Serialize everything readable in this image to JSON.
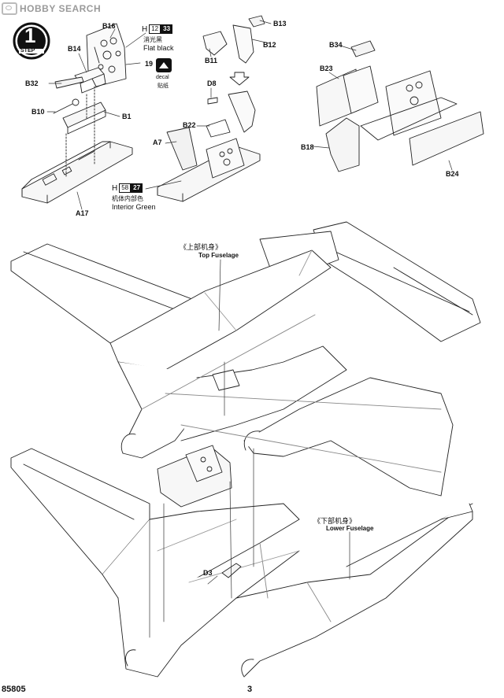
{
  "watermark": {
    "text": "HOBBY SEARCH"
  },
  "step": {
    "number": "1",
    "label": "STEP"
  },
  "parts": {
    "b16": "B16",
    "b14": "B14",
    "b32": "B32",
    "b10": "B10",
    "b1": "B1",
    "a17": "A17",
    "n19": "19",
    "b13": "B13",
    "b12": "B12",
    "b11": "B11",
    "d8": "D8",
    "b22": "B22",
    "a7": "A7",
    "b34": "B34",
    "b23": "B23",
    "b18": "B18",
    "b24": "B24",
    "d3": "D3"
  },
  "paint_flat_black": {
    "h": "H",
    "num": "12",
    "code": "33",
    "cn": "消光黑",
    "en": "Flat black"
  },
  "paint_interior_green": {
    "h": "H",
    "num": "58",
    "code": "27",
    "cn": "机体内部色",
    "en": "Interior Green"
  },
  "decal": {
    "en": "decal",
    "cn": "贴纸"
  },
  "top_fuselage": {
    "cn": "《上部机身》",
    "en": "Top Fuselage"
  },
  "lower_fuselage": {
    "cn": "《下部机身》",
    "en": "Lower Fuselage"
  },
  "footer": {
    "code": "85805",
    "page": "3"
  }
}
